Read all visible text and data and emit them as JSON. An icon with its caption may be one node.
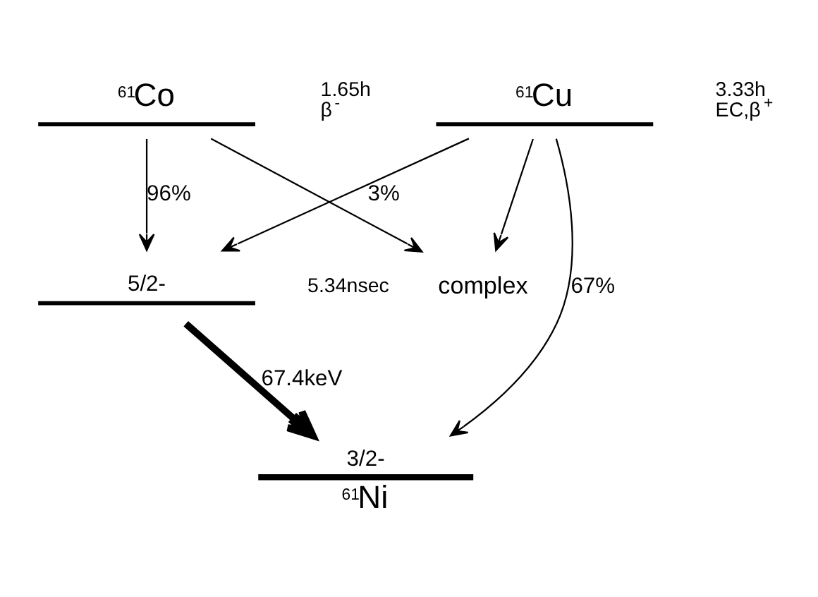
{
  "diagram": {
    "nodes": [
      {
        "text": [
          "$^{61}$Cu"
        ],
        "beside": [
          "3.33h",
          "EC,β$^{+}$"
        ]
      },
      {
        "text": [
          "$^{61}$Co"
        ],
        "beside": [
          "1.65h",
          "β$^{-}$"
        ]
      },
      {
        "text": [
          "complex"
        ]
      },
      {
        "text": [
          "5/2-"
        ],
        "beside": [
          "5.34nsec"
        ]
      },
      {
        "text": [
          "3/2-",
          "$^{61}$Ni"
        ]
      }
    ],
    "edges": [
      {
        "from": 0,
        "to": 2,
        "arrow": "to"
      },
      {
        "from": 0,
        "to": 3,
        "arrow": "to",
        "label": "3%"
      },
      {
        "from": 0,
        "to": 4,
        "arrow": "to",
        "label": "67%"
      },
      {
        "from": 1,
        "to": 2,
        "arrow": "to"
      },
      {
        "from": 1,
        "to": 3,
        "arrow": "to",
        "label": "96%"
      },
      {
        "from": 3,
        "to": 4,
        "arrow": "to",
        "label": "67.4keV",
        "style": "thick"
      }
    ]
  }
}
